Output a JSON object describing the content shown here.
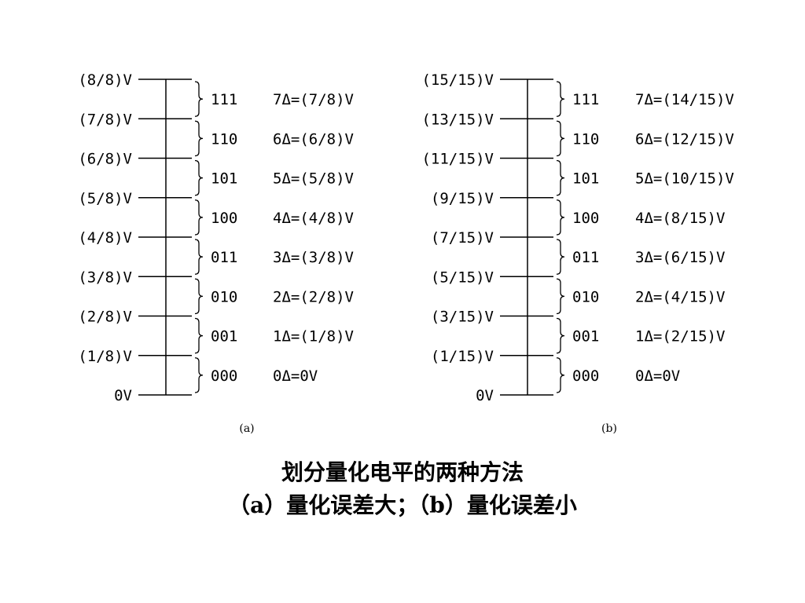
{
  "panels": [
    {
      "id": "a",
      "caption": "(a)",
      "voltage_labels": [
        "(8/8)V",
        "(7/8)V",
        "(6/8)V",
        "(5/8)V",
        "(4/8)V",
        "(3/8)V",
        "(2/8)V",
        "(1/8)V",
        "0V"
      ],
      "codes": [
        "111",
        "110",
        "101",
        "100",
        "011",
        "010",
        "001",
        "000"
      ],
      "quant_levels": [
        "7Δ=(7/8)V",
        "6Δ=(6/8)V",
        "5Δ=(5/8)V",
        "4Δ=(4/8)V",
        "3Δ=(3/8)V",
        "2Δ=(2/8)V",
        "1Δ=(1/8)V",
        "0Δ=0V"
      ]
    },
    {
      "id": "b",
      "caption": "(b)",
      "voltage_labels": [
        "(15/15)V",
        "(13/15)V",
        "(11/15)V",
        "(9/15)V",
        "(7/15)V",
        "(5/15)V",
        "(3/15)V",
        "(1/15)V",
        "0V"
      ],
      "codes": [
        "111",
        "110",
        "101",
        "100",
        "011",
        "010",
        "001",
        "000"
      ],
      "quant_levels": [
        "7Δ=(14/15)V",
        "6Δ=(12/15)V",
        "5Δ=(10/15)V",
        "4Δ=(8/15)V",
        "3Δ=(6/15)V",
        "2Δ=(4/15)V",
        "1Δ=(2/15)V",
        "0Δ=0V"
      ]
    }
  ],
  "title": {
    "line1": "划分量化电平的两种方法",
    "line2": "（a）量化误差大；（b）量化误差小"
  }
}
